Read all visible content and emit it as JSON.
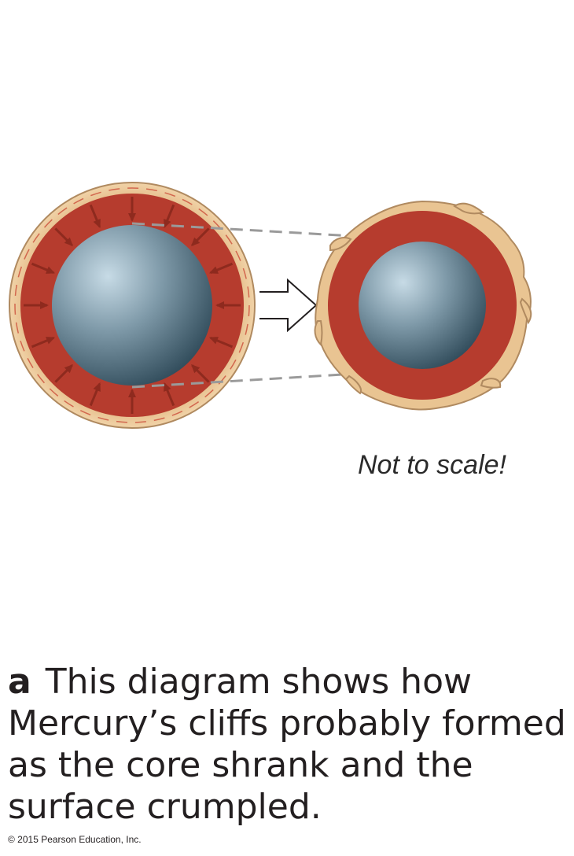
{
  "note": "Not to scale!",
  "caption": {
    "letter": "a",
    "lines": [
      "This diagram shows how",
      "Mercury’s cliffs probably formed",
      "as the core shrank and the",
      "surface crumpled."
    ]
  },
  "copyright": "© 2015 Pearson Education, Inc.",
  "colors": {
    "crust": "#e9c492",
    "crust_edge": "#b08a60",
    "mantle": "#b63c2e",
    "arrow": "#8e2a1e",
    "core_light": "#c7dbe6",
    "core_dark": "#2f4a59",
    "dash": "#9a9a9a"
  }
}
